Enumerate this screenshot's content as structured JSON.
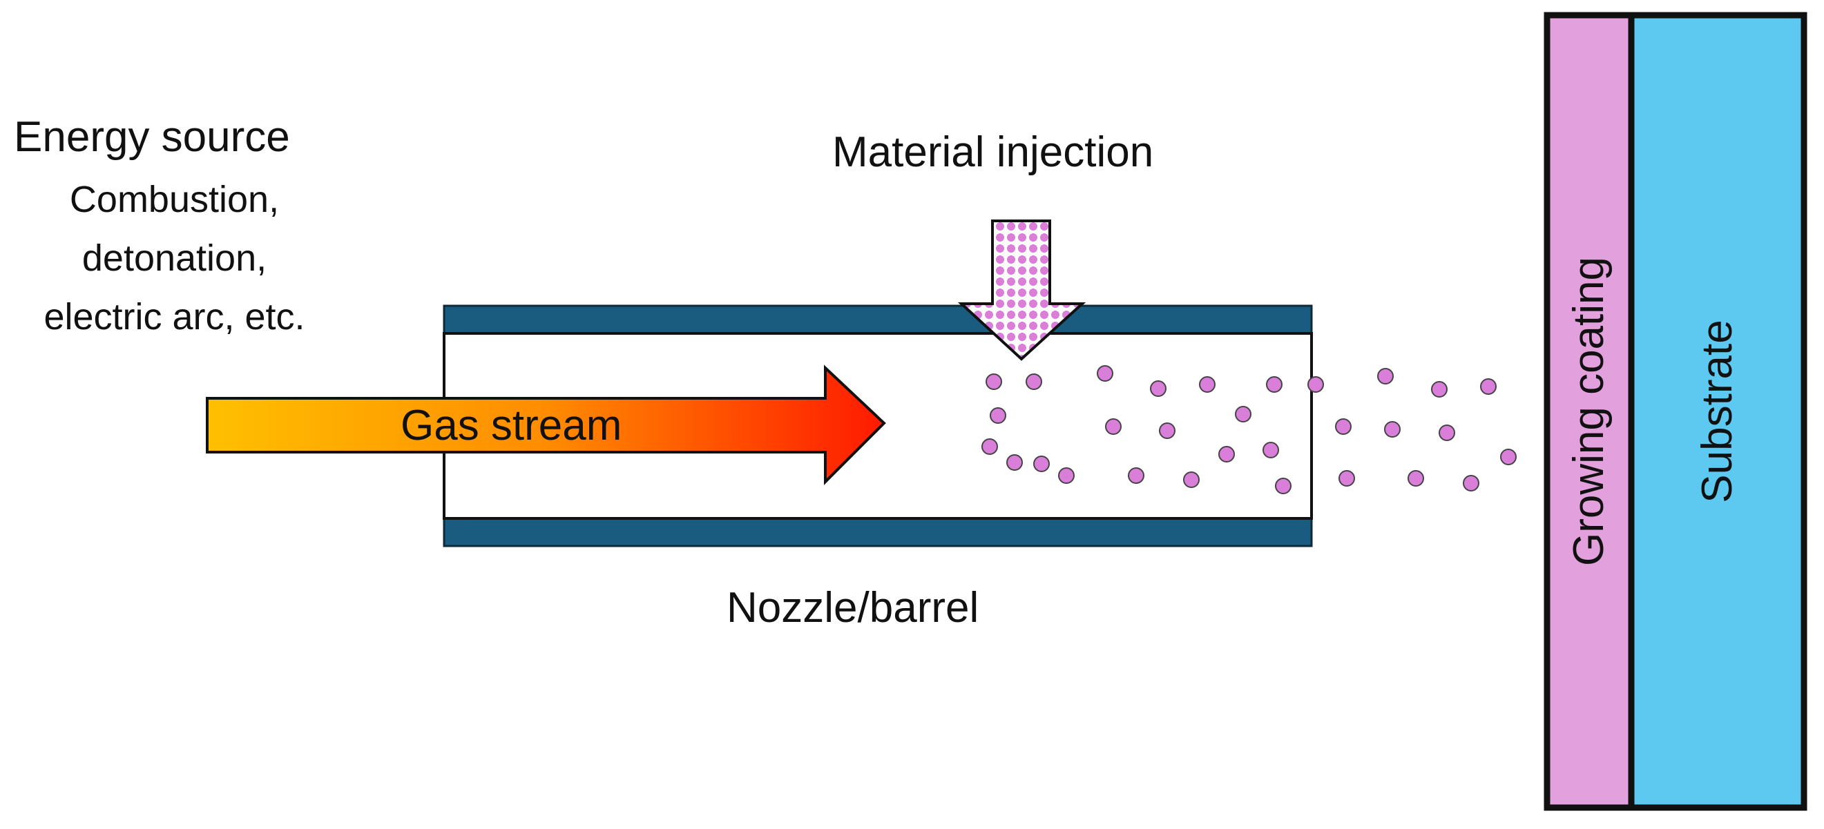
{
  "energy": {
    "title": "Energy source",
    "lines": [
      "Combustion,",
      "detonation,",
      "electric arc, etc."
    ]
  },
  "gas_stream": {
    "label": "Gas stream"
  },
  "material_injection": {
    "label": "Material injection"
  },
  "nozzle": {
    "label": "Nozzle/barrel"
  },
  "coating": {
    "label": "Growing coating"
  },
  "substrate": {
    "label": "Substrate"
  },
  "colors": {
    "wall": "#1a5b80",
    "particle": "#d97fd9",
    "coating": "#e2a0dc",
    "substrate": "#5ec9f0",
    "arrow_start": "#ffc000",
    "arrow_end": "#ff1a00"
  }
}
